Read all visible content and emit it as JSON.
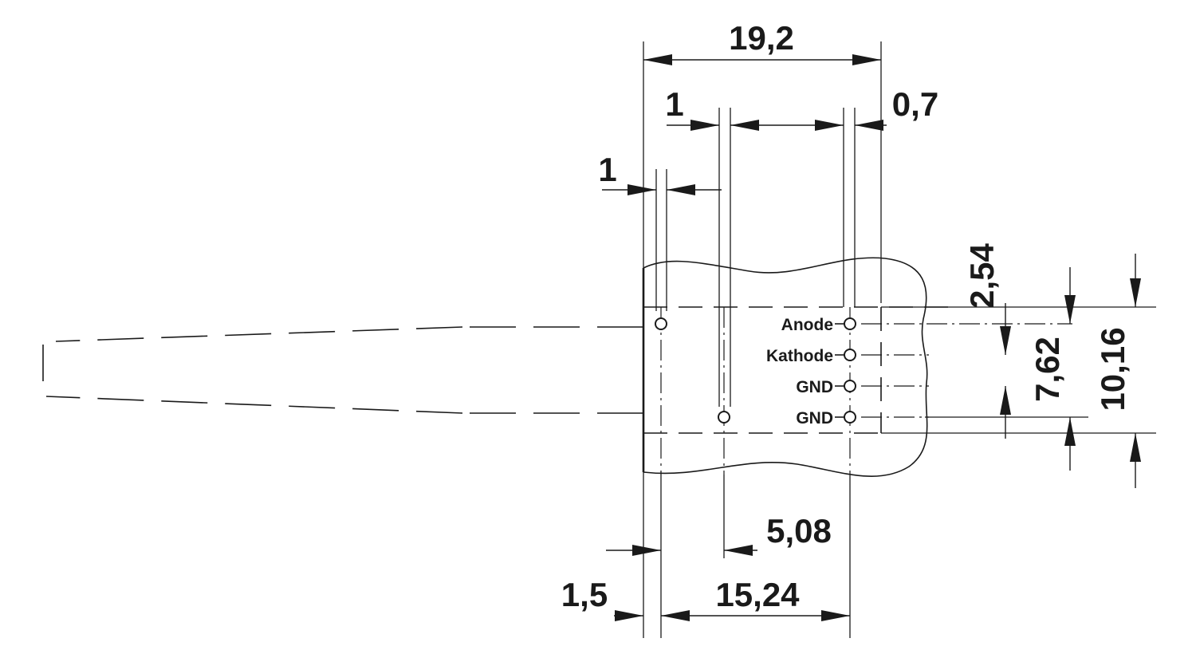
{
  "dimensions": {
    "overall_width": "19,2",
    "pin_width_1": "1",
    "edge_0_7": "0,7",
    "pin_width_2": "1",
    "row_2_54": "2,54",
    "row_7_62": "7,62",
    "height_10_16": "10,16",
    "pitch_5_08": "5,08",
    "offset_1_5": "1,5",
    "span_15_24": "15,24"
  },
  "pins": [
    {
      "label": "Anode"
    },
    {
      "label": "Kathode"
    },
    {
      "label": "GND"
    },
    {
      "label": "GND"
    }
  ],
  "colors": {
    "line": "#1a1a1a",
    "background": "#ffffff"
  }
}
